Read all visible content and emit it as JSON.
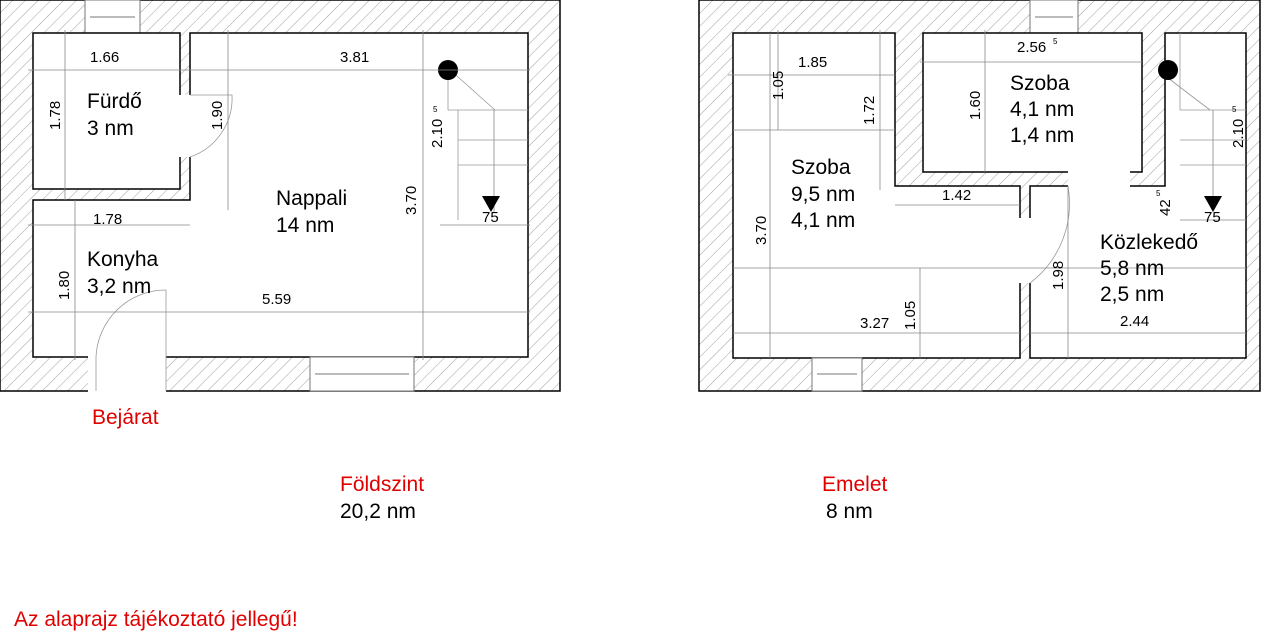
{
  "ground_floor": {
    "title": "Földszint",
    "area": "20,2 nm",
    "entrance_label": "Bejárat",
    "rooms": [
      {
        "name": "Fürdő",
        "area": "3 nm"
      },
      {
        "name": "Nappali",
        "area": "14 nm"
      },
      {
        "name": "Konyha",
        "area": "3,2 nm"
      }
    ],
    "dimensions": [
      "1.66",
      "3.81",
      "1.78",
      "1.90",
      "2.10",
      "5",
      "3.70",
      "1.78",
      "1.80",
      "5.59",
      "75"
    ]
  },
  "upper_floor": {
    "title": "Emelet",
    "area": "8 nm",
    "rooms": [
      {
        "name": "Szoba",
        "area": "9,5 nm",
        "area2": "4,1 nm"
      },
      {
        "name": "Szoba",
        "area": "4,1 nm",
        "area2": "1,4 nm"
      },
      {
        "name": "Közlekedő",
        "area": "5,8 nm",
        "area2": "2,5 nm"
      }
    ],
    "dimensions": [
      "1.85",
      "1.05",
      "1.72",
      "2.56",
      "5",
      "1.60",
      "2.10",
      "5",
      "1.42",
      "42",
      "5",
      "75",
      "3.70",
      "1.98",
      "3.27",
      "1.05",
      "2.44"
    ]
  },
  "disclaimer": "Az alaprajz tájékoztató jellegű!"
}
